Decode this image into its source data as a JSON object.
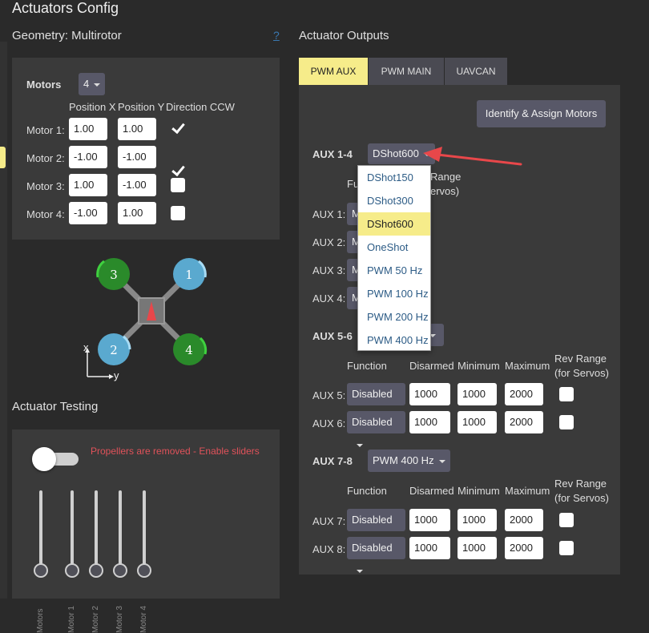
{
  "title": "Actuators Config",
  "geometry": {
    "heading": "Geometry: Multirotor",
    "help": "?",
    "motors_label": "Motors",
    "motors_count": "4",
    "columns": [
      "Position X",
      "Position Y",
      "Direction CCW"
    ],
    "rows": [
      {
        "label": "Motor 1:",
        "x": "1.00",
        "y": "1.00",
        "ccw": true
      },
      {
        "label": "Motor 2:",
        "x": "-1.00",
        "y": "-1.00",
        "ccw": true
      },
      {
        "label": "Motor 3:",
        "x": "1.00",
        "y": "-1.00",
        "ccw": false
      },
      {
        "label": "Motor 4:",
        "x": "-1.00",
        "y": "1.00",
        "ccw": false
      }
    ],
    "diagram": {
      "m1": "1",
      "m2": "2",
      "m3": "3",
      "m4": "4",
      "axis_x": "x",
      "axis_y": "y"
    }
  },
  "testing": {
    "heading": "Actuator Testing",
    "warning": "Propellers are removed - Enable sliders",
    "sliders": [
      "Motors",
      "Motor 1",
      "Motor 2",
      "Motor 3",
      "Motor 4"
    ]
  },
  "outputs": {
    "heading": "Actuator Outputs",
    "tabs": [
      "PWM AUX",
      "PWM MAIN",
      "UAVCAN"
    ],
    "identify_button": "Identify & Assign Motors",
    "group1": {
      "label": "AUX 1-4",
      "protocol": "DShot600",
      "partial_header": "Func",
      "partial_rev1": "Range",
      "partial_rev2": "ervos)",
      "rows": [
        "AUX 1:",
        "AUX 2:",
        "AUX 3:",
        "AUX 4:"
      ],
      "row_partial": "M"
    },
    "protocol_menu": [
      "DShot150",
      "DShot300",
      "DShot600",
      "OneShot",
      "PWM 50 Hz",
      "PWM 100 Hz",
      "PWM 200 Hz",
      "PWM 400 Hz"
    ],
    "columns": {
      "function": "Function",
      "disarmed": "Disarmed",
      "minimum": "Minimum",
      "maximum": "Maximum",
      "rev1": "Rev Range",
      "rev2": "(for Servos)"
    },
    "group2": {
      "label": "AUX 5-6",
      "rows": [
        {
          "label": "AUX 5:",
          "function": "Disabled",
          "disarmed": "1000",
          "minimum": "1000",
          "maximum": "2000"
        },
        {
          "label": "AUX 6:",
          "function": "Disabled",
          "disarmed": "1000",
          "minimum": "1000",
          "maximum": "2000"
        }
      ]
    },
    "group3": {
      "label": "AUX 7-8",
      "protocol": "PWM 400 Hz",
      "rows": [
        {
          "label": "AUX 7:",
          "function": "Disabled",
          "disarmed": "1000",
          "minimum": "1000",
          "maximum": "2000"
        },
        {
          "label": "AUX 8:",
          "function": "Disabled",
          "disarmed": "1000",
          "minimum": "1000",
          "maximum": "2000"
        }
      ]
    }
  },
  "colors": {
    "accent": "#f6ec8a",
    "warning": "#e0525a",
    "arrow": "#e8474a",
    "motor_green": "#2a8a2a",
    "motor_blue": "#5aa9cf"
  }
}
